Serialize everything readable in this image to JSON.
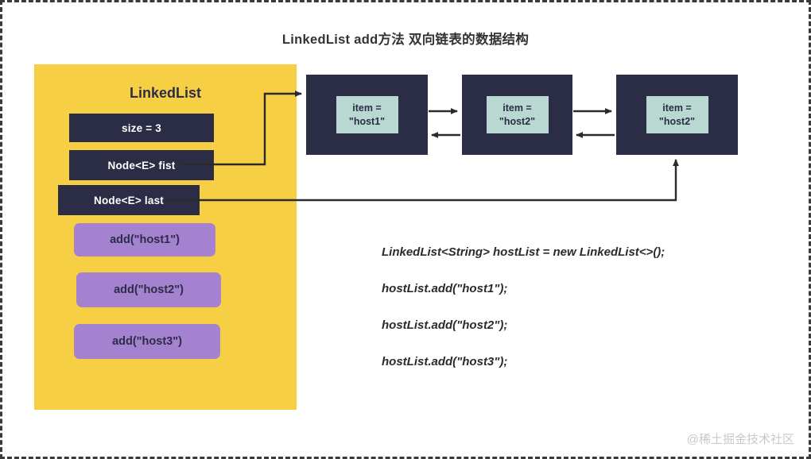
{
  "diagram": {
    "title": "LinkedList add方法  双向链表的数据结构",
    "watermark": "@稀土掘金技术社区"
  },
  "colors": {
    "panel_yellow": "#f7cf45",
    "node_navy": "#2b2d47",
    "item_mint": "#b9d8d2",
    "add_purple": "#a582cf",
    "border_dash": "#3a3a3a",
    "arrow": "#2b2b2b"
  },
  "linkedlist_panel": {
    "heading": "LinkedList",
    "fields": [
      {
        "label": "size = 3"
      },
      {
        "label": "Node<E> fist"
      },
      {
        "label": "Node<E> last"
      }
    ],
    "add_calls": [
      {
        "label": "add(\"host1\")"
      },
      {
        "label": "add(\"host2\")"
      },
      {
        "label": "add(\"host3\")"
      }
    ]
  },
  "nodes": [
    {
      "item_label": "item =",
      "item_value": "\"host1\""
    },
    {
      "item_label": "item =",
      "item_value": "\"host2\""
    },
    {
      "item_label": "item =",
      "item_value": "\"host2\""
    }
  ],
  "code": {
    "lines": [
      "LinkedList<String> hostList = new LinkedList<>();",
      "hostList.add(\"host1\");",
      "hostList.add(\"host2\");",
      "hostList.add(\"host3\");"
    ]
  }
}
